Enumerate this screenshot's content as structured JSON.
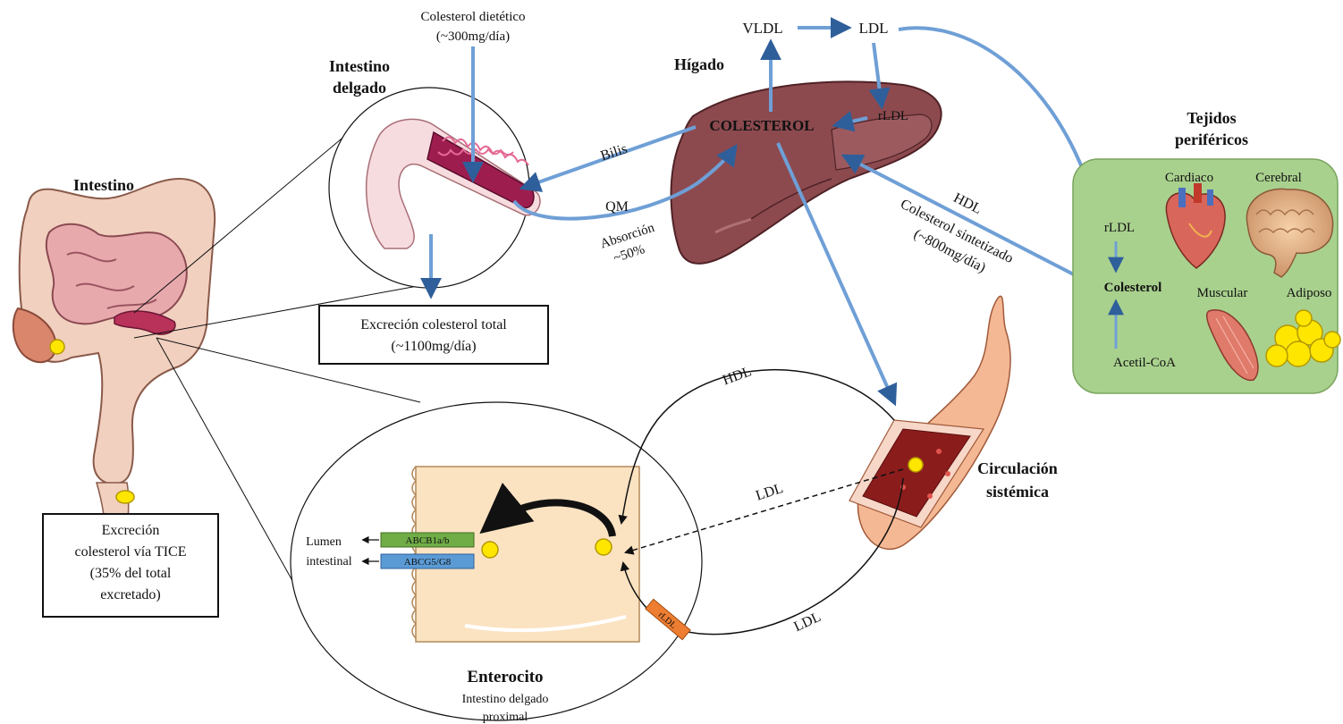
{
  "labels": {
    "intestino": "Intestino",
    "intestino_delgado_1": "Intestino",
    "intestino_delgado_2": "delgado",
    "colesterol_dietetico": "Colesterol dietético",
    "colesterol_dietetico_dose": "(~300mg/día)",
    "higado": "Hígado",
    "colesterol_higado": "COLESTEROL",
    "vldl": "VLDL",
    "ldl_top": "LDL",
    "rldl_liver": "rLDL",
    "bilis": "Bilis",
    "qm": "QM",
    "absorcion": "Absorción",
    "absorcion_pct": "~50%",
    "hdl_liver": "HDL",
    "colesterol_sintetizado": "Colesterol sintetizado",
    "colesterol_sintetizado_dose": "(~800mg/día)",
    "tejidos_1": "Tejidos",
    "tejidos_2": "periféricos",
    "cardiaco": "Cardiaco",
    "cerebral": "Cerebral",
    "rldl_tissue": "rLDL",
    "colesterol_tissue": "Colesterol",
    "muscular": "Muscular",
    "adiposo": "Adiposo",
    "acetil_coa": "Acetil-CoA",
    "excrecion_total_1": "Excreción colesterol total",
    "excrecion_total_2": "(~1100mg/día)",
    "tice_1": "Excreción",
    "tice_2": "colesterol vía TICE",
    "tice_3": "(35% del total",
    "tice_4": "excretado)",
    "circulacion_1": "Circulación",
    "circulacion_2": "sistémica",
    "hdl_circ": "HDL",
    "ldl_dashed": "LDL",
    "ldl_bottom": "LDL",
    "rldl_receptor": "rLDL",
    "enterocito": "Enterocito",
    "enterocito_sub_1": "Intestino delgado",
    "enterocito_sub_2": "proximal",
    "lumen_1": "Lumen",
    "lumen_2": "intestinal",
    "abcb1": "ABCB1a/b",
    "abcg5": "ABCG5/G8"
  },
  "colors": {
    "arrow_blue": "#6f9fd6",
    "arrow_outline": "#2f5f9a",
    "liver": "#8c4a4f",
    "intestine_pink": "#e8bfc7",
    "villi_magenta": "#9e1d4f",
    "tissue_green": "#a9d18e",
    "enterocyte": "#fbe3c2",
    "cholesterol_yellow": "#ffe600",
    "abcb1_green": "#70ad47",
    "abcg5_blue": "#5b9bd5",
    "rldl_orange": "#ed7d31"
  }
}
